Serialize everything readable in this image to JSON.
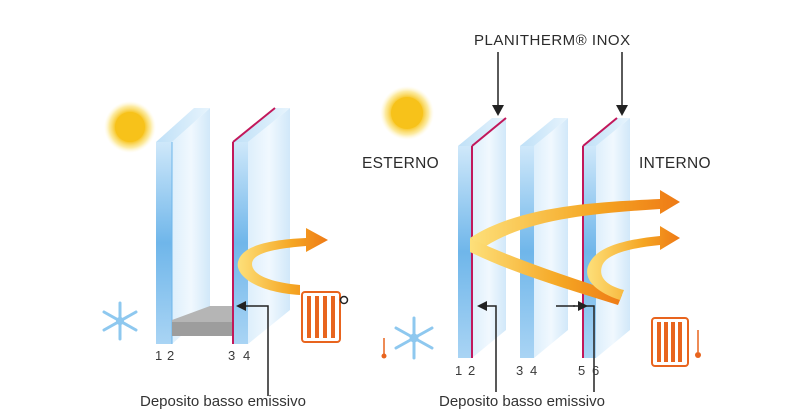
{
  "left": {
    "surface_numbers": [
      "1",
      "2",
      "3",
      "4"
    ],
    "caption": "Deposito basso emissivo"
  },
  "right": {
    "product_label": "PLANITHERM® INOX",
    "outside_label": "ESTERNO",
    "inside_label": "INTERNO",
    "surface_numbers": [
      "1",
      "2",
      "3",
      "4",
      "5",
      "6"
    ],
    "caption": "Deposito basso emissivo"
  },
  "colors": {
    "glass": "#bfe0f7",
    "glass_edge": "#6fb6ea",
    "coating": "#c2185b",
    "heat_arrow": "#f08a1c",
    "sun": "#f7c21a",
    "radiator": "#e8641e",
    "snowflake": "#8ec8ef"
  },
  "icons": [
    "sun-icon",
    "snowflake-icon",
    "radiator-icon",
    "thermometer-icon"
  ]
}
